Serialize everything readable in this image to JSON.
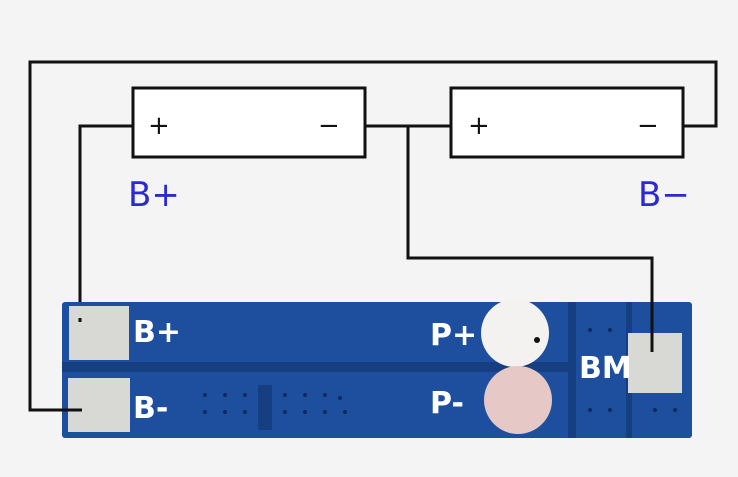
{
  "diagram": {
    "battery1": {
      "plus": "+",
      "minus": "−"
    },
    "battery2": {
      "plus": "+",
      "minus": "−"
    },
    "label_bplus": "B+",
    "label_bminus": "B−",
    "board": {
      "pad_bplus": "B+",
      "pad_bminus": "B-",
      "pad_pplus": "P+",
      "pad_pminus": "P-",
      "pad_bm": "BM"
    },
    "colors": {
      "board": "#1d4f9e",
      "label_blue": "#2a2ad0",
      "wire": "#111111"
    }
  }
}
